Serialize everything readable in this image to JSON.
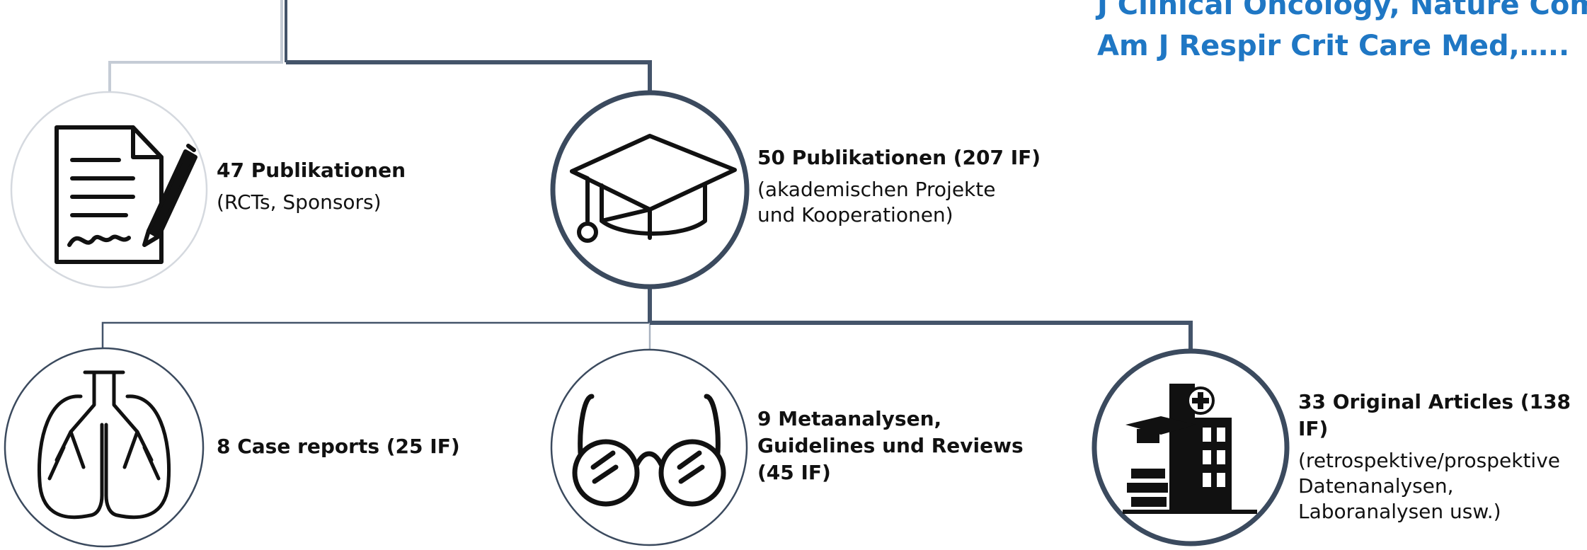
{
  "journals": {
    "line1": "J Clinical Oncology, Nature Com",
    "line2": "Am J Respir Crit Care Med,….."
  },
  "nodes": {
    "sponsored": {
      "title": "47 Publikationen",
      "sub": "(RCTs, Sponsors)",
      "icon": "contract-signing-icon"
    },
    "academic": {
      "title": "50 Publikationen (207 IF)",
      "sub_line1": "(akademischen Projekte",
      "sub_line2": "und Kooperationen)",
      "icon": "graduation-cap-icon"
    },
    "case_reports": {
      "title": "8 Case reports (25 IF)",
      "icon": "lungs-icon"
    },
    "meta": {
      "title_line1": "9 Metaanalysen,",
      "title_line2": "Guidelines und Reviews",
      "title_line3": "(45 IF)",
      "icon": "glasses-icon"
    },
    "original": {
      "title": "33 Original Articles (138 IF)",
      "sub_line1": "(retrospektive/prospektive",
      "sub_line2": "Datenanalysen,",
      "sub_line3": "Laboranalysen usw.)",
      "icon": "hospital-research-icon"
    }
  },
  "colors": {
    "connector_dark": "#44546a",
    "connector_light": "#c5ccd6",
    "circle_dark": "#3b4a5e",
    "circle_light": "#d5d9df",
    "accent": "#1f77c4"
  }
}
